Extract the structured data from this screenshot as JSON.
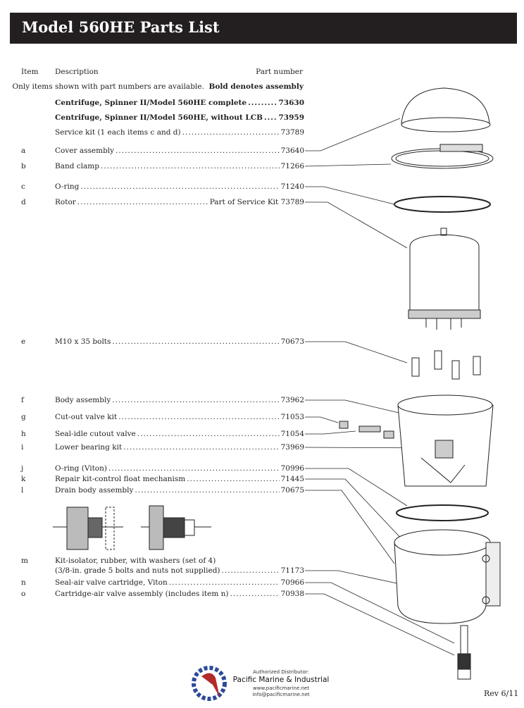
{
  "header": {
    "title": "Model 560HE Parts List"
  },
  "columns": {
    "item": "Item",
    "description": "Description",
    "part_number": "Part number"
  },
  "note": {
    "text": "Only items shown with part numbers are available.",
    "bold": "Bold denotes assembly"
  },
  "rows": [
    {
      "item": "",
      "description": "Centrifuge, Spinner II/Model 560HE complete",
      "part": "73630",
      "bold": true
    },
    {
      "item": "",
      "description": "Centrifuge, Spinner II/Model 560HE, without LCB",
      "part": "73959",
      "bold": true
    },
    {
      "item": "",
      "description": "Service kit (1 each items c and d)",
      "part": "73789"
    },
    {
      "item": "a",
      "description": "Cover assembly",
      "part": "73640"
    },
    {
      "item": "b",
      "description": "Band clamp",
      "part": "71266"
    },
    {
      "item": "c",
      "description": "O-ring",
      "part": "71240"
    },
    {
      "item": "d",
      "description": "Rotor",
      "part": "Part of Service Kit 73789"
    },
    {
      "item": "e",
      "description": "M10 x 35 bolts",
      "part": "70673"
    },
    {
      "item": "f",
      "description": "Body assembly",
      "part": "73962"
    },
    {
      "item": "g",
      "description": "Cut-out valve kit",
      "part": "71053"
    },
    {
      "item": "h",
      "description": "Seal-idle cutout valve",
      "part": "71054"
    },
    {
      "item": "i",
      "description": "Lower bearing kit",
      "part": "73969"
    },
    {
      "item": "j",
      "description": "O-ring (Viton)",
      "part": "70996"
    },
    {
      "item": "k",
      "description": "Repair kit-control float mechanism",
      "part": "71445"
    },
    {
      "item": "l",
      "description": "Drain body assembly",
      "part": "70675"
    },
    {
      "item": "m",
      "description": "Kit-isolator, rubber, with washers (set of 4)",
      "part": ""
    },
    {
      "item": "",
      "description": "(3/8-in. grade 5 bolts and nuts not supplied)",
      "part": "71173"
    },
    {
      "item": "n",
      "description": "Seal-air valve cartridge, Viton",
      "part": "70966"
    },
    {
      "item": "o",
      "description": "Cartridge-air valve assembly (includes item n)",
      "part": "70938"
    }
  ],
  "distributor": {
    "label": "Authorized Distributor:",
    "name": "Pacific Marine & Industrial",
    "web": "www.pacificmarine.net",
    "email": "info@pacificmarine.net",
    "logo_colors": [
      "#2b4a9a",
      "#b22a2a"
    ]
  },
  "revision": "Rev 6/11"
}
